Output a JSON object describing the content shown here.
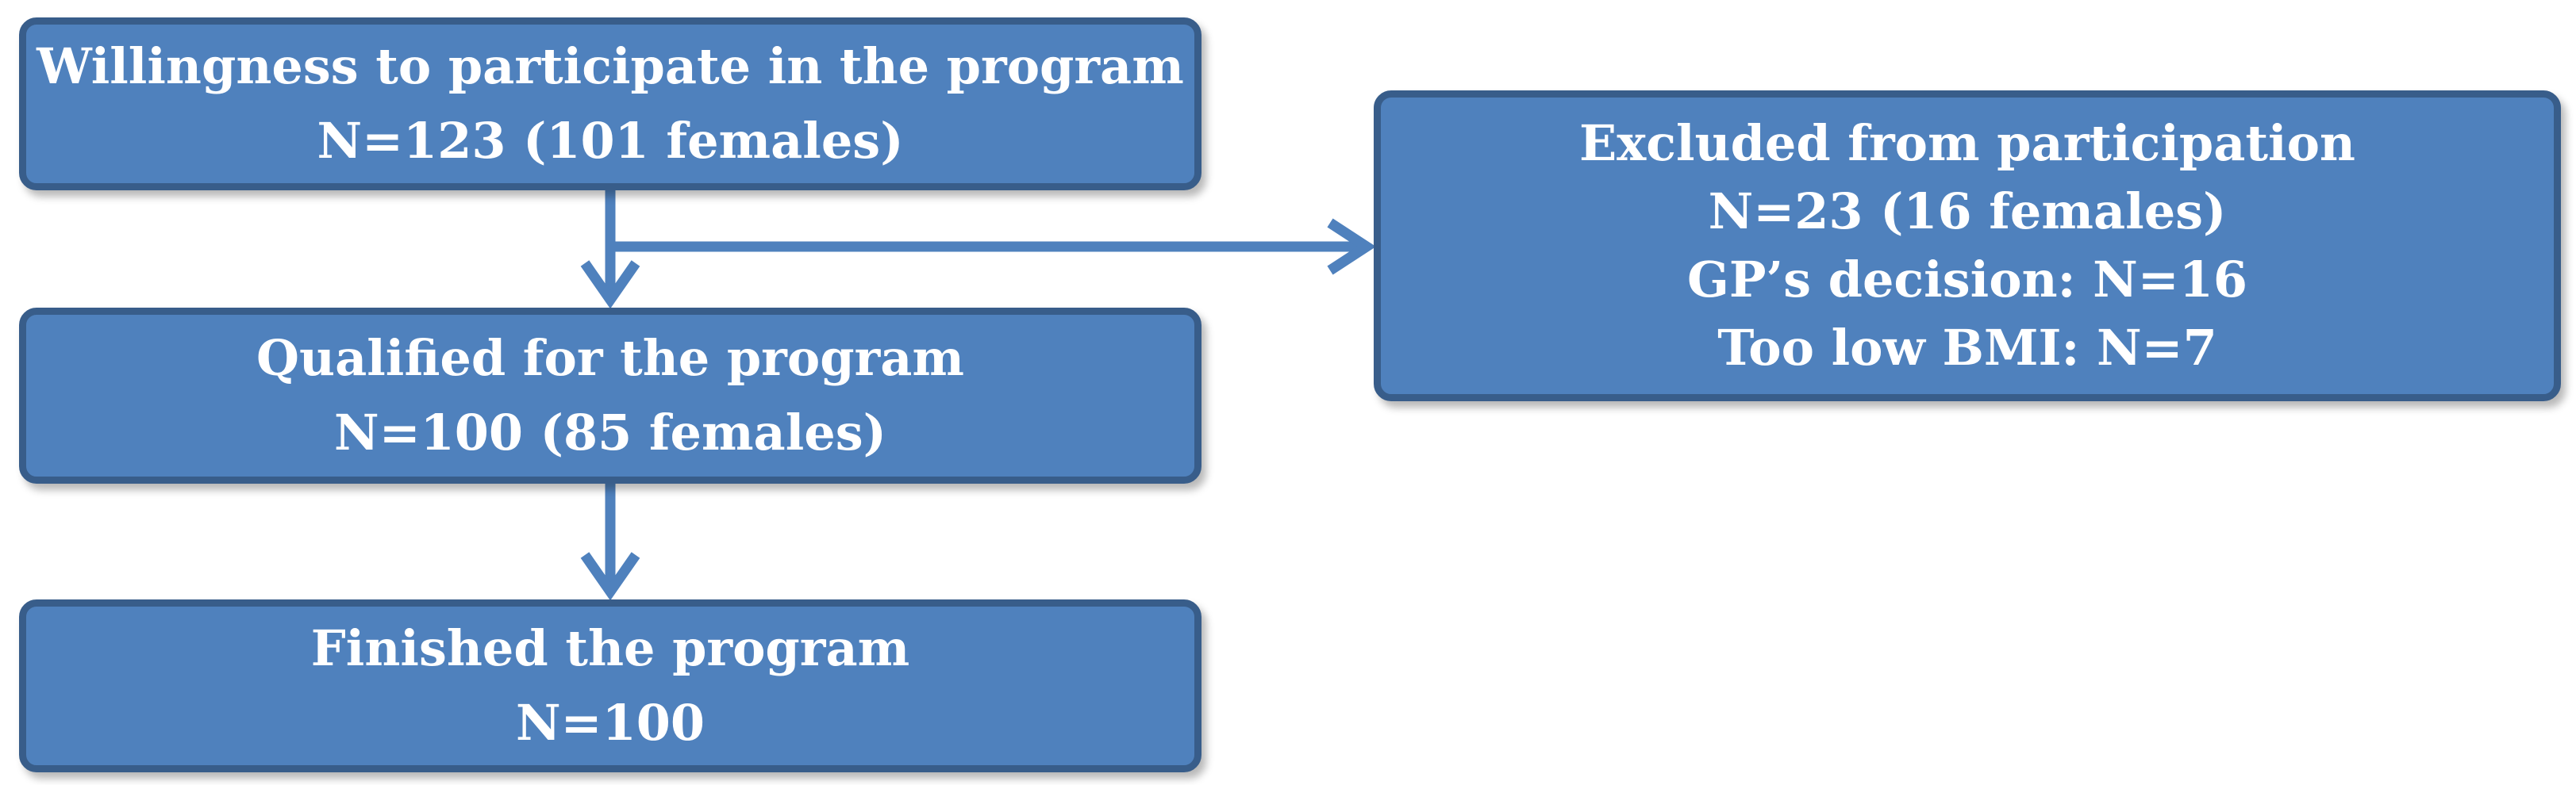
{
  "flowchart": {
    "willingness": {
      "line1": "Willingness to participate in the program",
      "line2": "N=123 (101 females)"
    },
    "qualified": {
      "line1": "Qualified for the program",
      "line2": "N=100 (85 females)"
    },
    "finished": {
      "line1": "Finished the program",
      "line2": "N=100"
    },
    "excluded": {
      "line1": "Excluded from participation",
      "line2": "N=23 (16 females)",
      "line3": "GP’s decision: N=16",
      "line4": "Too low BMI: N=7"
    }
  },
  "colors": {
    "box_fill": "#4f81bd",
    "box_border": "#385d8a",
    "arrow": "#4f81bd",
    "text": "#ffffff"
  }
}
